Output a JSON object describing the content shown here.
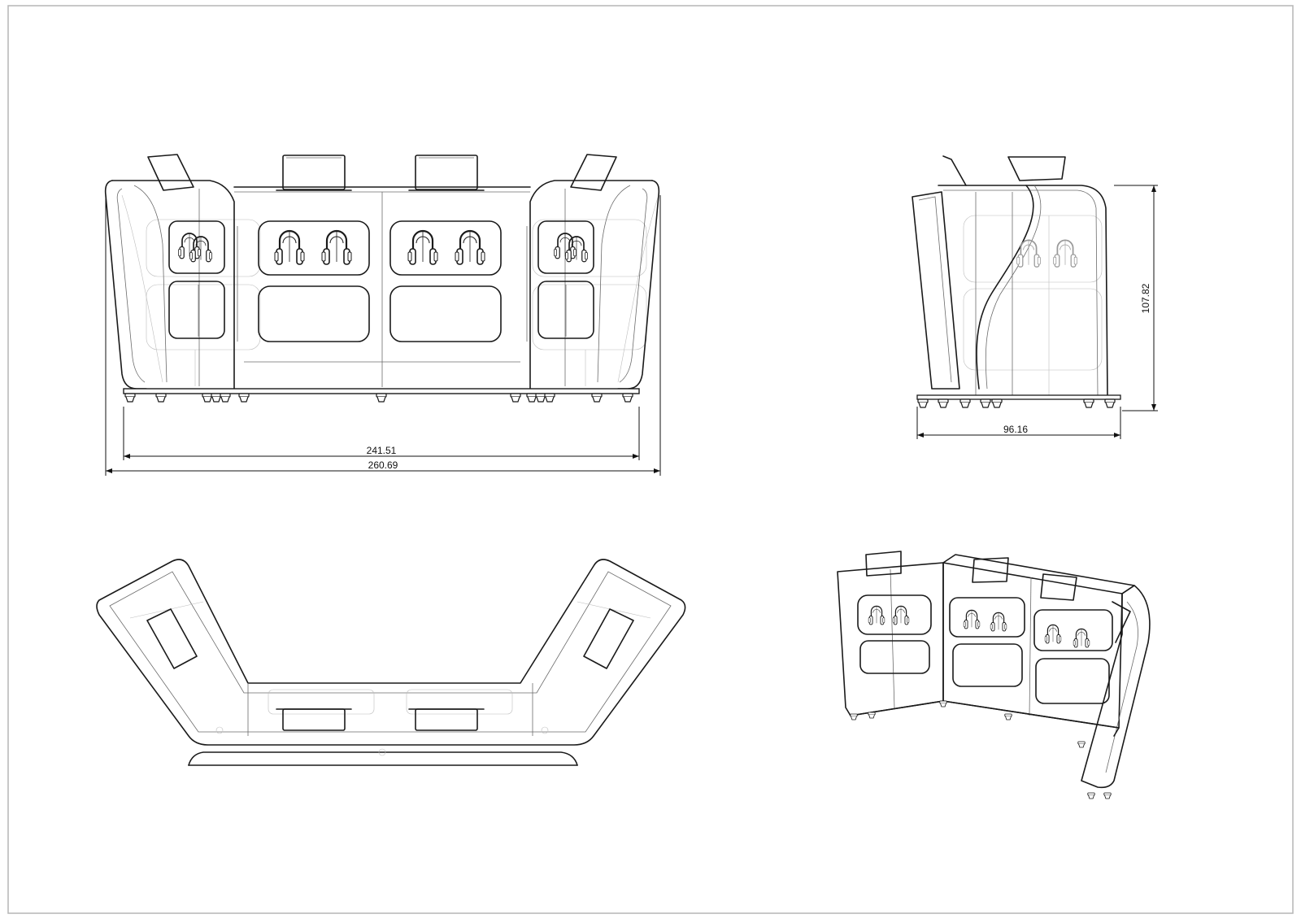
{
  "sheet": {
    "views": [
      "front-elevation",
      "side-elevation",
      "plan-view",
      "perspective-view"
    ]
  },
  "dimensions": {
    "front_inner_width": "241.51",
    "front_overall_width": "260.69",
    "side_depth": "96.16",
    "side_height": "107.82"
  },
  "colors": {
    "line": "#1a1a1a",
    "thin": "#6b6b6b",
    "faint": "#bdbdbd",
    "frame": "#b5b5b5",
    "background": "#ffffff"
  }
}
